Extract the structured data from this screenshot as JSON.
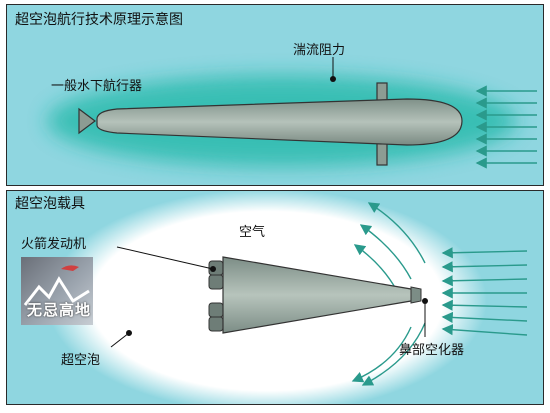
{
  "top": {
    "title": "超空泡航行技术原理示意图",
    "vehicle_label": "一般水下航行器",
    "drag_label": "湍流阻力"
  },
  "bottom": {
    "title": "超空泡载具",
    "engine_label": "火箭发动机",
    "air_label": "空气",
    "cavity_label": "超空泡",
    "cavitator_label": "鼻部空化器",
    "watermark": "无忌高地"
  },
  "colors": {
    "water": "#8fd6e0",
    "hull": "#8c9c93",
    "arrow": "#2a9a8c",
    "cavity": "#ffffff"
  }
}
